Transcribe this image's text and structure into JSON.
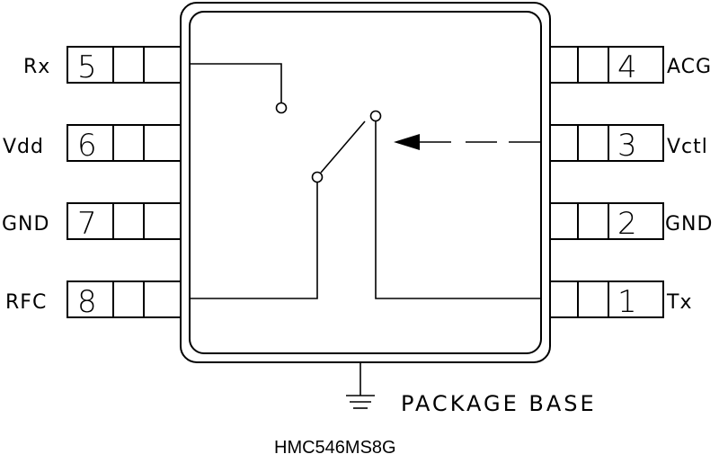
{
  "diagram": {
    "part_number": "HMC546MS8G",
    "package_base_label": "PACKAGE BASE",
    "pins_left": [
      {
        "number": "5",
        "label": "Rx"
      },
      {
        "number": "6",
        "label": "Vdd"
      },
      {
        "number": "7",
        "label": "GND"
      },
      {
        "number": "8",
        "label": "RFC"
      }
    ],
    "pins_right": [
      {
        "number": "4",
        "label": "ACG"
      },
      {
        "number": "3",
        "label": "Vctl"
      },
      {
        "number": "2",
        "label": "GND"
      },
      {
        "number": "1",
        "label": "Tx"
      }
    ],
    "icons": {
      "switch": "spdt-switch-icon",
      "control_arrow": "arrow-left-icon",
      "ground": "ground-icon"
    },
    "colors": {
      "line": "#000000",
      "background": "#ffffff"
    }
  }
}
